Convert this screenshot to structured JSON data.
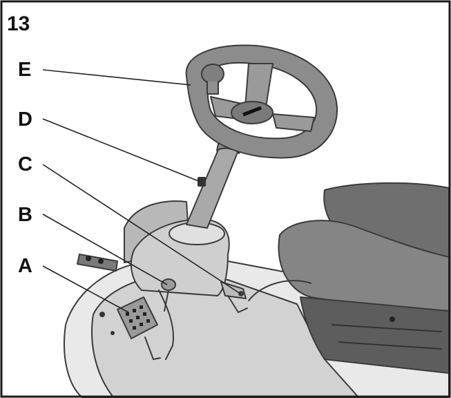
{
  "figure": {
    "number": "13",
    "callouts": [
      {
        "id": "E",
        "text": "E"
      },
      {
        "id": "D",
        "text": "D"
      },
      {
        "id": "C",
        "text": "C"
      },
      {
        "id": "B",
        "text": "B"
      },
      {
        "id": "A",
        "text": "A"
      }
    ]
  },
  "colors": {
    "border": "#1a1a1a",
    "body_fill": "#e9e9e9",
    "part_fill": "#bdbdbd",
    "dark_fill": "#6e6e6e",
    "seat_fill": "#7d7d7d"
  }
}
